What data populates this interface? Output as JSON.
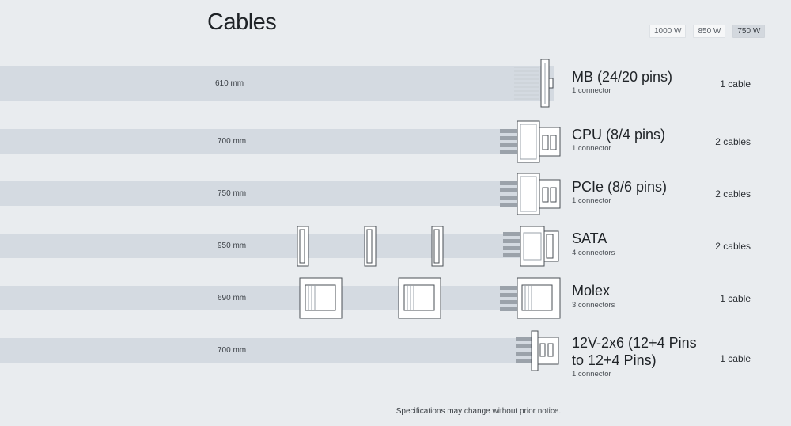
{
  "page": {
    "title": "Cables"
  },
  "wattage": [
    {
      "label": "1000 W",
      "active": false
    },
    {
      "label": "850 W",
      "active": false
    },
    {
      "label": "750 W",
      "active": true
    }
  ],
  "cables": [
    {
      "name": "MB (24/20 pins)",
      "connectors": "1 connector",
      "length": "610 mm",
      "count": "1 cable"
    },
    {
      "name": "CPU (8/4 pins)",
      "connectors": "1 connector",
      "length": "700 mm",
      "count": "2 cables"
    },
    {
      "name": "PCIe (8/6 pins)",
      "connectors": "1 connector",
      "length": "750 mm",
      "count": "2 cables"
    },
    {
      "name": "SATA",
      "connectors": "4 connectors",
      "length": "950 mm",
      "count": "2 cables"
    },
    {
      "name": "Molex",
      "connectors": "3 connectors",
      "length": "690 mm",
      "count": "1 cable"
    },
    {
      "name": "12V-2x6 (12+4 Pins to 12+4 Pins)",
      "connectors": "1 connector",
      "length": "700 mm",
      "count": "1 cable"
    }
  ],
  "icons": {
    "mb": "mb-24pin-connector-icon",
    "cpu": "cpu-8pin-connector-icon",
    "pcie": "pcie-8pin-connector-icon",
    "sata": "sata-connector-icon",
    "molex": "molex-connector-icon",
    "hpwr": "12v-2x6-connector-icon"
  },
  "footer": {
    "note": "Specifications may change without prior notice."
  }
}
